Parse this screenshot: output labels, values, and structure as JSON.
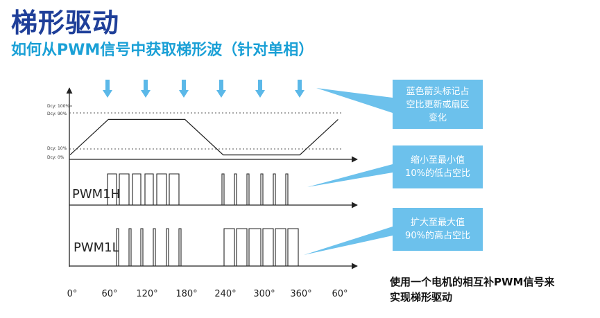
{
  "header": {
    "title": "梯形驱动",
    "subtitle": "如何从PWM信号中获取梯形波（针对单相）"
  },
  "dcy_labels": [
    "Dcy: 100%",
    "Dcy: 90%",
    "Dcy: 10%",
    "Dcy: 0%"
  ],
  "signals": {
    "pwm_high_label": "PWM1H",
    "pwm_low_label": "PWM1L"
  },
  "angle_labels": [
    "0°",
    "60°",
    "120°",
    "180°",
    "240°",
    "300°",
    "360°",
    "60°"
  ],
  "callouts": [
    {
      "lines": [
        "蓝色箭头标记占",
        "空比更新或扇区",
        "变化"
      ]
    },
    {
      "lines": [
        "缩小至最小值",
        "10%的低占空比"
      ]
    },
    {
      "lines": [
        "扩大至最大值",
        "90%的高占空比"
      ]
    }
  ],
  "note_lines": [
    "使用一个电机的相互补PWM信号来",
    "实现梯形驱动"
  ],
  "duty_cycle_waveform": {
    "x_angles": [
      0,
      60,
      180,
      240,
      360,
      420
    ],
    "duty_percent": [
      10,
      90,
      90,
      10,
      10,
      90
    ]
  },
  "colors": {
    "title": "#1f3f99",
    "subtitle": "#1aa0d6",
    "callout": "#6cc1ec",
    "arrow": "#5bb8e8",
    "line": "#222222"
  }
}
